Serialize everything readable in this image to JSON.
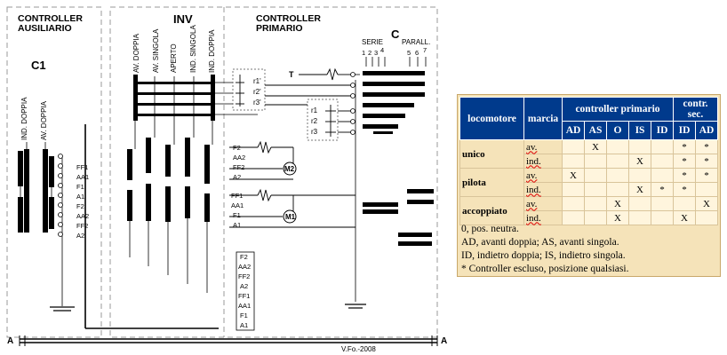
{
  "diagram": {
    "left_title": [
      "CONTROLLER",
      "AUSILIARIO"
    ],
    "c1_label": "C1",
    "c1_cols": [
      "IND. DOPPIA",
      "AV. DOPPIA"
    ],
    "inv_label": "INV",
    "inv_cols": [
      "AV. DOPPIA",
      "AV. SINGOLA",
      "APERTO",
      "IND. SINGOLA",
      "IND. DOPPIA"
    ],
    "primary_title": [
      "CONTROLLER",
      "PRIMARIO"
    ],
    "c_label": "C",
    "serie_label": "SERIE",
    "serie_nums": [
      "1",
      "2",
      "3",
      "4"
    ],
    "parall_label": "PARALL.",
    "parall_nums": [
      "5",
      "6",
      "7"
    ],
    "t_label": "T",
    "r_prime": [
      "r1'",
      "r2'",
      "r3'"
    ],
    "r_main": [
      "r1",
      "r2",
      "r3"
    ],
    "c1_terms": [
      "FF1",
      "AA1",
      "F1",
      "A1",
      "F2",
      "AA2",
      "FF2",
      "A2"
    ],
    "m2_terms": [
      "F2",
      "AA2",
      "FF2",
      "A2"
    ],
    "m2_label": "M2",
    "m1_terms": [
      "FF1",
      "AA1",
      "F1",
      "A1"
    ],
    "m1_label": "M1",
    "bottom_terms": [
      "F2",
      "AA2",
      "FF2",
      "A2",
      "FF1",
      "AA1",
      "F1",
      "A1"
    ],
    "bus_left": "A",
    "bus_right": "A",
    "credit": "V.Fo.-2008"
  },
  "table": {
    "headers": {
      "locomotore": "locomotore",
      "marcia": "marcia",
      "controller_primario": "controller primario",
      "contr_sec": "contr. sec."
    },
    "subheaders": [
      "AD",
      "AS",
      "O",
      "IS",
      "ID",
      "ID",
      "AD"
    ],
    "rows": [
      {
        "loco": "unico",
        "marcia": "av.",
        "cells": [
          "",
          "X",
          "",
          "",
          "",
          "*",
          "*"
        ]
      },
      {
        "loco": "",
        "marcia": "ind.",
        "cells": [
          "",
          "",
          "",
          "X",
          "",
          "*",
          "*"
        ]
      },
      {
        "loco": "pilota",
        "marcia": "av.",
        "cells": [
          "X",
          "",
          "",
          "",
          "",
          "*",
          "*"
        ]
      },
      {
        "loco": "",
        "marcia": "ind.",
        "cells": [
          "",
          "",
          "",
          "X",
          "*",
          "*",
          ""
        ]
      },
      {
        "loco": "accoppiato",
        "marcia": "av.",
        "cells": [
          "",
          "",
          "X",
          "",
          "",
          "",
          "X"
        ]
      },
      {
        "loco": "",
        "marcia": "ind.",
        "cells": [
          "",
          "",
          "X",
          "",
          "",
          "X",
          ""
        ]
      }
    ],
    "notes": [
      "0, pos. neutra.",
      "AD, avanti doppia; AS, avanti singola.",
      "ID, indietro doppia; IS, indietro singola.",
      "* Controller escluso, posizione qualsiasi."
    ]
  }
}
